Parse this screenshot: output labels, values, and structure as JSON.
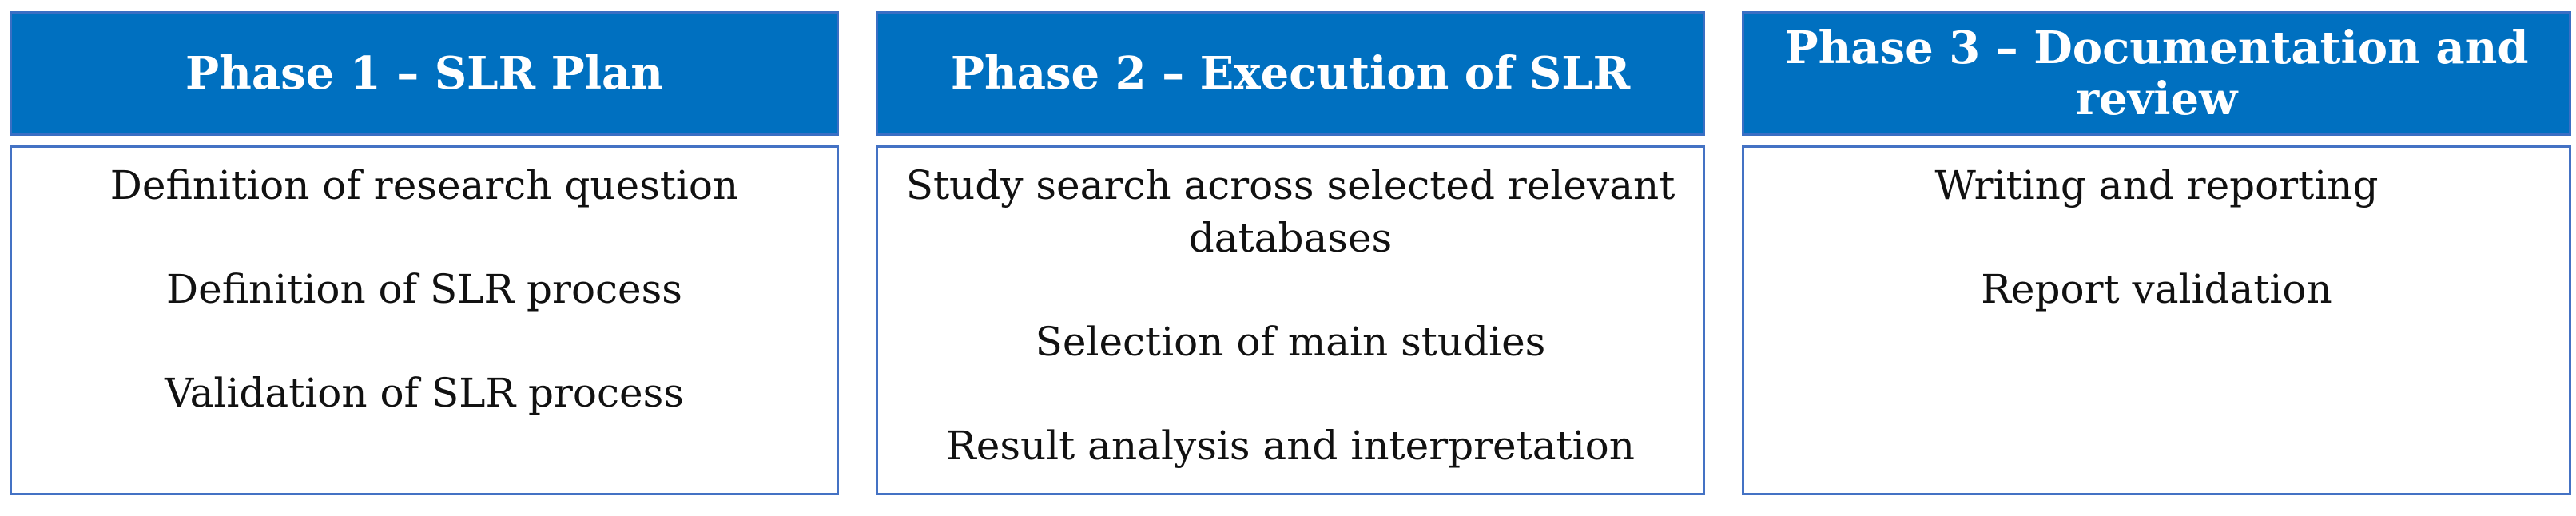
{
  "phases": [
    {
      "title": "Phase 1 – SLR Plan",
      "items": [
        "Definition of research question",
        "Definition of SLR process",
        "Validation of SLR process"
      ]
    },
    {
      "title": "Phase 2 – Execution of SLR",
      "items": [
        "Study search across selected relevant databases",
        "Selection of main studies",
        "Result analysis and interpretation"
      ]
    },
    {
      "title": "Phase 3 – Documentation and review",
      "items": [
        "Writing and reporting",
        "Report validation"
      ]
    }
  ],
  "colors": {
    "header_fill": "#0070c0",
    "border": "#4472c4",
    "header_text": "#ffffff"
  }
}
